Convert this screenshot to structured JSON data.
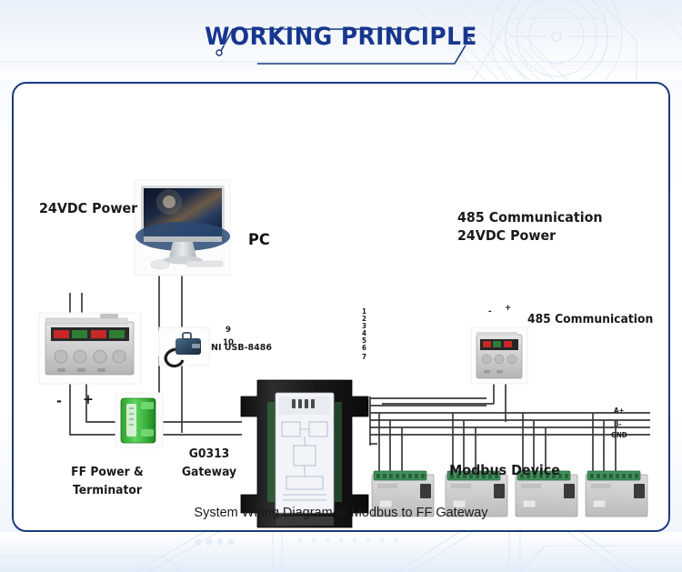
{
  "header": {
    "title": "WORKING PRINCIPLE",
    "accent_color": "#17378f",
    "left_deco": "diagonal-line-with-dot",
    "right_deco": "diagonal-line-with-dot"
  },
  "panel": {
    "border_color": "#1b3a7e",
    "background_color": "#ffffff"
  },
  "caption": "System Wiring Diagram of Modbus to FF Gateway",
  "diagram": {
    "labels": {
      "pc": "PC",
      "power_24vdc": "24VDC Power",
      "ni_usb": "NI USB-8486",
      "ff_power_terminator_line1": "FF Power &",
      "ff_power_terminator_line2": "Terminator",
      "gateway_line1": "G0313",
      "gateway_line2": "Gateway",
      "comm_power_line1": "485 Communication",
      "comm_power_line2": "24VDC Power",
      "comm_485": "485 Communication",
      "modbus_device": "Modbus Device"
    },
    "polarity": {
      "minus": "-",
      "plus": "+",
      "minus_right": "-",
      "plus_right": "+"
    },
    "terminals_left": [
      "9",
      "10"
    ],
    "terminals_right": [
      "1",
      "2",
      "3",
      "4",
      "5",
      "6",
      "7"
    ],
    "bus_labels": [
      "A+",
      "B-",
      "GND"
    ],
    "device_count": 4,
    "colors": {
      "wire": "#333333",
      "gateway_body": "#1b1b1b",
      "ff_module": "#3fb23f",
      "modbus_terminal": "#3f8f5a",
      "modbus_body": "#cfcfcf"
    }
  }
}
